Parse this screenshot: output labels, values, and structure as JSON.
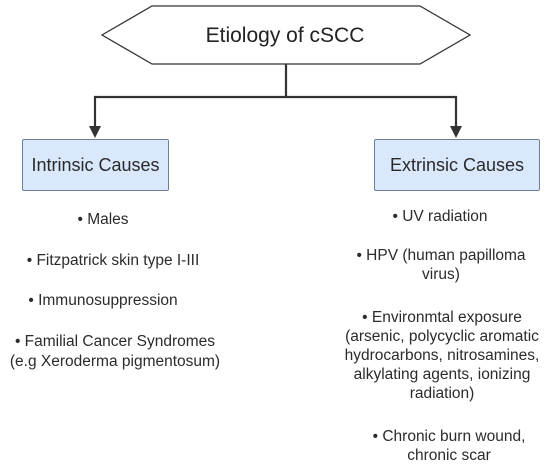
{
  "title": "Etiology of cSCC",
  "intrinsic": {
    "label": "Intrinsic Causes",
    "items": [
      "Males",
      "Fitzpatrick skin type I-III",
      "Immunosuppression",
      "Familial Cancer Syndromes (e.g Xeroderma pigmentosum)"
    ]
  },
  "extrinsic": {
    "label": "Extrinsic Causes",
    "items": [
      "UV radiation",
      "HPV (human papilloma virus)",
      "Environmtal exposure (arsenic, polycyclic aromatic hydrocarbons, nitrosamines, alkylating agents, ionizing radiation)",
      "Chronic burn wound, chronic scar"
    ]
  },
  "colors": {
    "box_fill": "#dae8fc",
    "box_border": "#6a7f98",
    "line": "#333333"
  }
}
